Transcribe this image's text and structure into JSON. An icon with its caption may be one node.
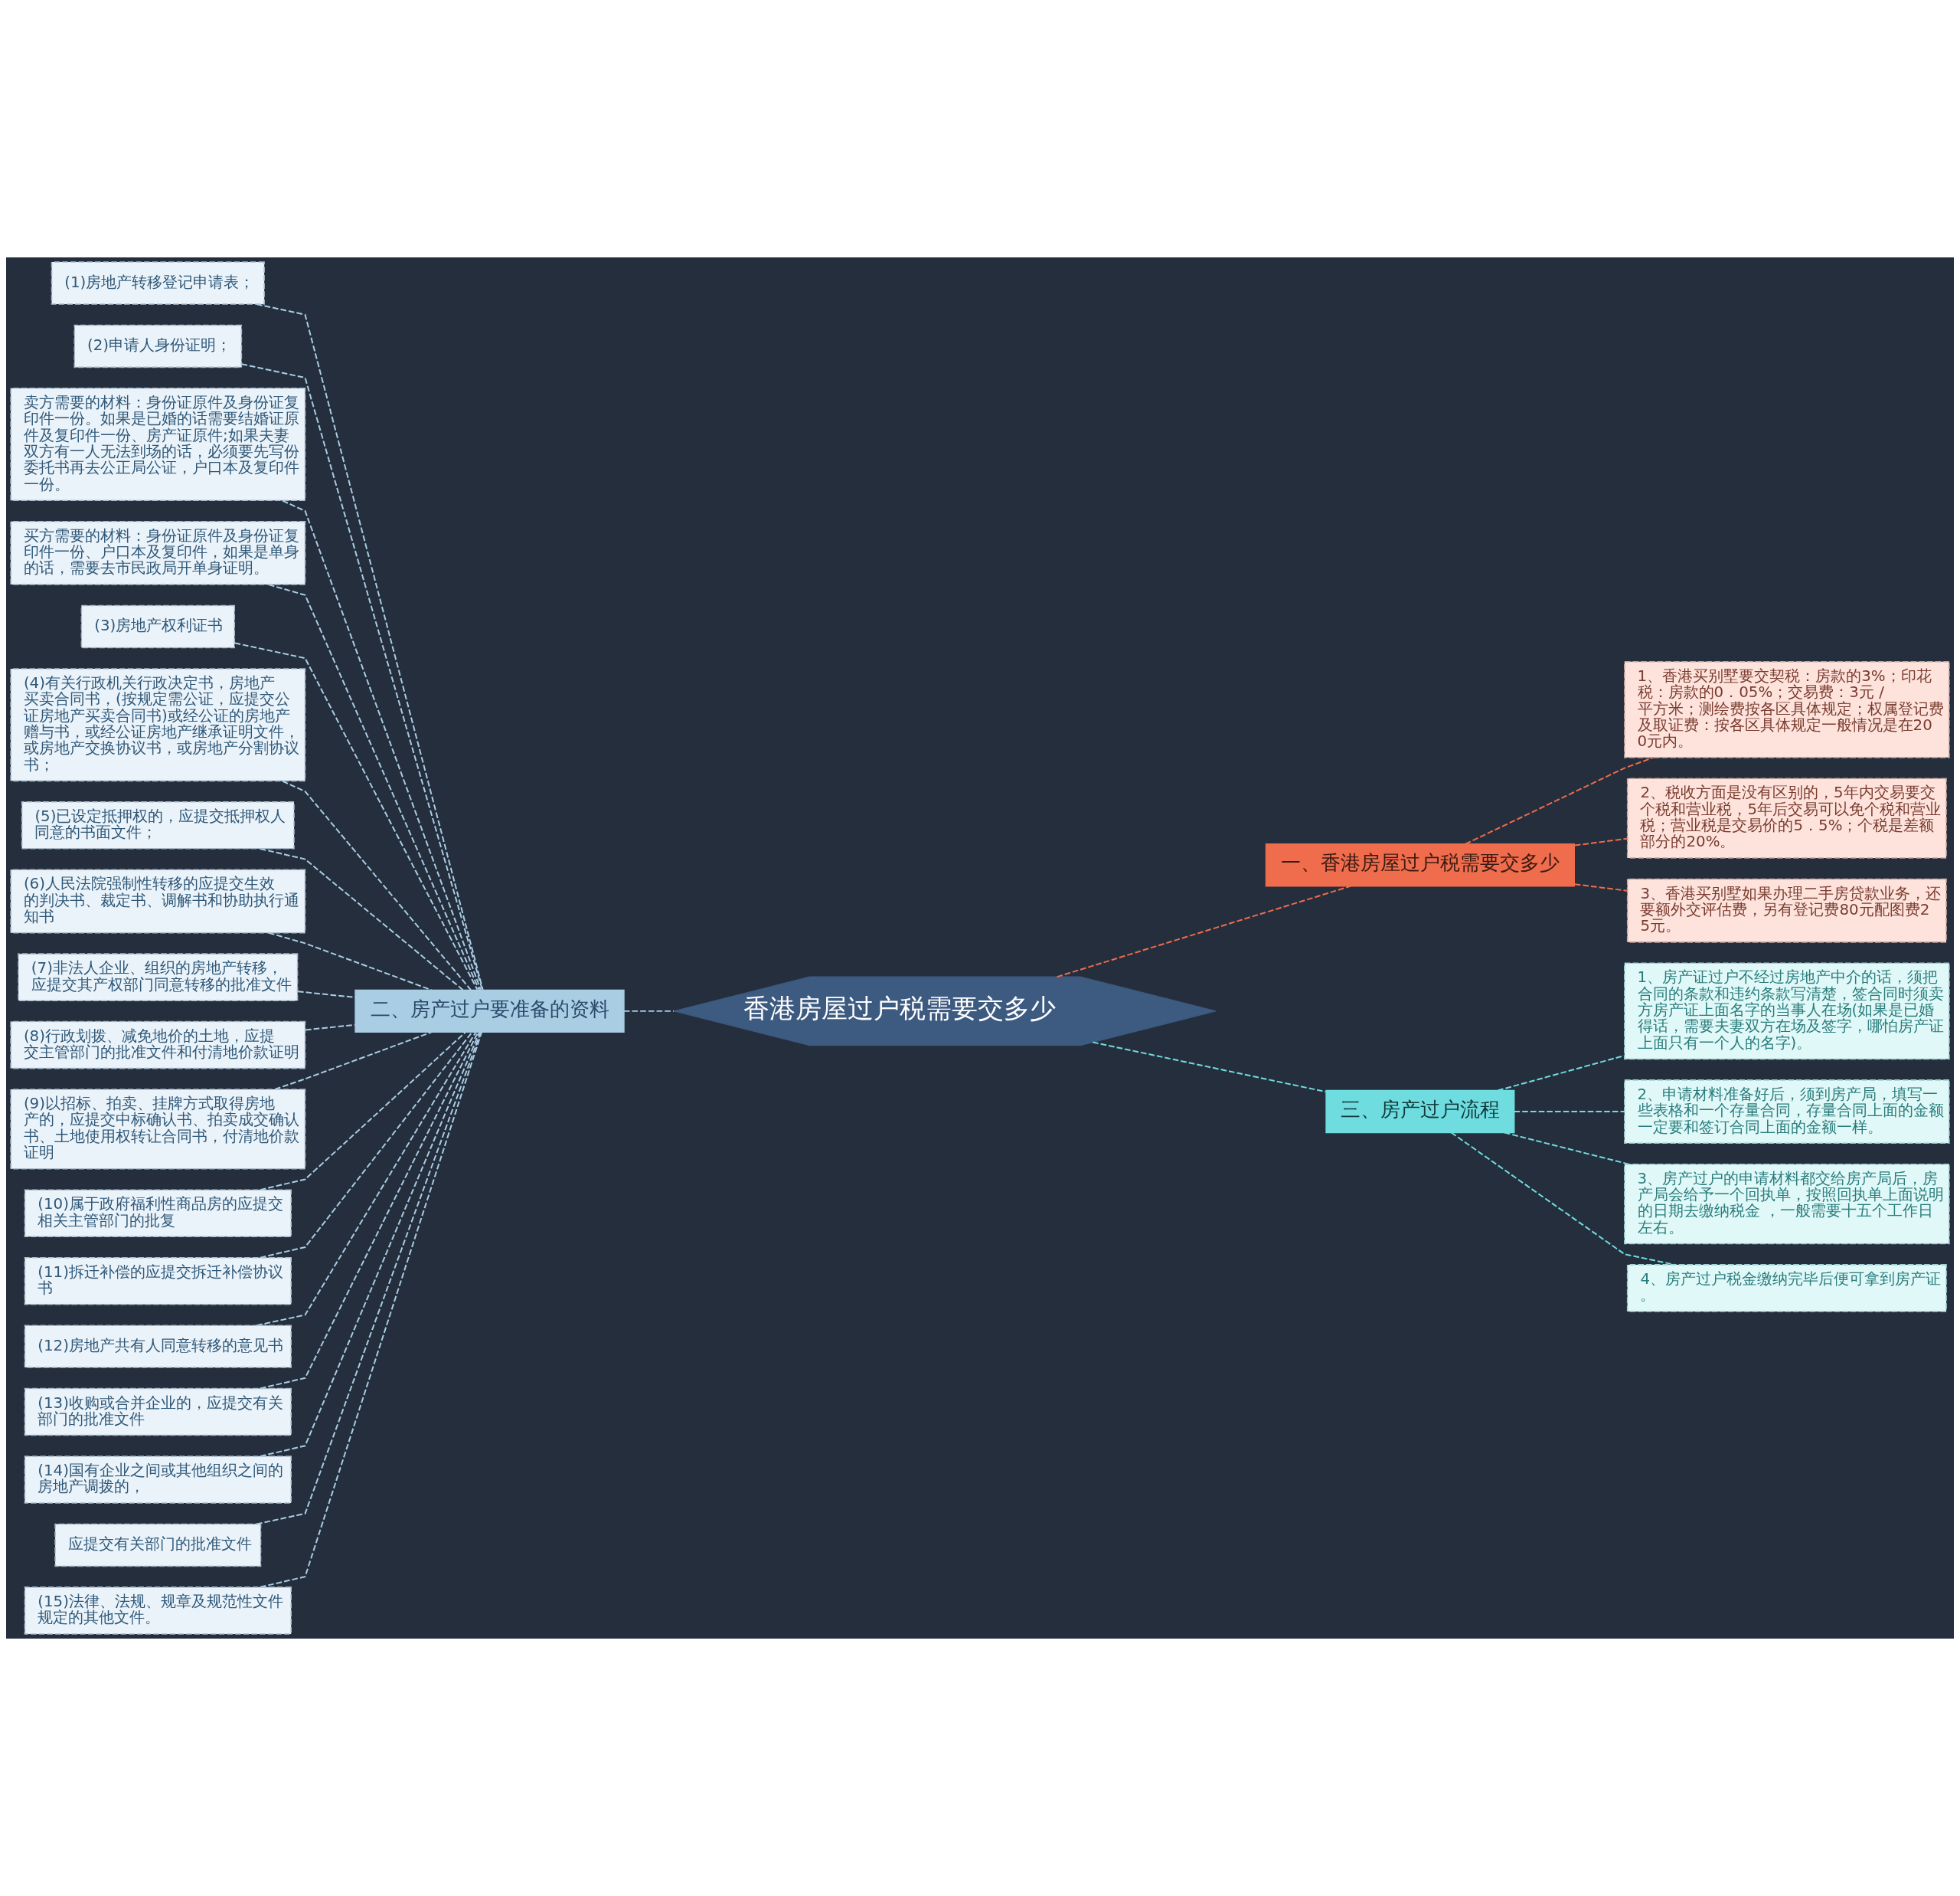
{
  "diagram": {
    "nodes": [
      {
        "text": [
          "香港房屋过户税需要交多少"
        ]
      },
      {
        "text": [
          "一、香港房屋过户税需要交多少"
        ]
      },
      {
        "text": [
          "1、香港买别墅要交契税：房款的3%；印花税：房款的0．05%；交易费：3元 / 平方米；测绘费按各区具体规定；权属登记费及取证费：按各区具体规定一般情况是在200元内。"
        ]
      },
      {
        "text": [
          "2、税收方面是没有区别的，5年内交易要交个税和营业税，5年后交易可以免个税和营业税；营业税是交易价的5．5%；个税是差额部分的20%。"
        ]
      },
      {
        "text": [
          "3、香港买别墅如果办理二手房贷款业务，还要额外交评估费，另有登记费80元配图费25元。"
        ]
      },
      {
        "text": [
          "三、房产过户流程"
        ]
      },
      {
        "text": [
          "1、房产证过户不经过房地产中介的话，须把合同的条款和违约条款写清楚，签合同时须卖方房产证上面名字的当事人在场(如果是已婚得话，需要夫妻双方在场及签字，哪怕房产证上面只有一个人的名字)。"
        ]
      },
      {
        "text": [
          "2、申请材料准备好后，须到房产局，填写一些表格和一个存量合同，存量合同上面的金额一定要和签订合同上面的金额一样。"
        ]
      },
      {
        "text": [
          "3、房产过户的申请材料都交给房产局后，房产局会给予一个回执单，按照回执单上面说明的日期去缴纳税金 ，一般需要十五个工作日左右。"
        ]
      },
      {
        "text": [
          "4、房产过户税金缴纳完毕后便可拿到房产证。"
        ]
      },
      {
        "text": [
          "二、房产过户要准备的资料"
        ]
      },
      {
        "text": [
          "(1)房地产转移登记申请表；"
        ]
      },
      {
        "text": [
          "(2)申请人身份证明；"
        ]
      },
      {
        "text": [
          "卖方需要的材料：身份证原件及身份证复印件一份。如果是已婚的话需要结婚证原件及复印件一份、房产证原件;如果夫妻双方有一人无法到场的话，必须要先写份委托书再去公正局公证，户口本及复印件一份。"
        ]
      },
      {
        "text": [
          "买方需要的材料：身份证原件及身份证复印件一份、户口本及复印件，如果是单身的话，需要去市民政局开单身证明。"
        ]
      },
      {
        "text": [
          "(3)房地产权利证书"
        ]
      },
      {
        "text": [
          "(4)有关行政机关行政决定书，房地产买卖合同书，(按规定需公证，应提交公证房地产买卖合同书)或经公证的房地产赠与书，或经公证房地产继承证明文件，或房地产交换协议书，或房地产分割协议书；"
        ]
      },
      {
        "text": [
          "(5)已设定抵押权的，应提交抵押权人同意的书面文件；"
        ]
      },
      {
        "text": [
          "(6)人民法院强制性转移的应提交生效的判决书、裁定书、调解书和协助执行通知书"
        ]
      },
      {
        "text": [
          "(7)非法人企业、组织的房地产转移，应提交其产权部门同意转移的批准文件"
        ]
      },
      {
        "text": [
          "(8)行政划拨、减免地价的土地，应提交主管部门的批准文件和付清地价款证明"
        ]
      },
      {
        "text": [
          "(9)以招标、拍卖、挂牌方式取得房地产的，应提交中标确认书、拍卖成交确认书、土地使用权转让合同书，付清地价款证明"
        ]
      },
      {
        "text": [
          "(10)属于政府福利性商品房的应提交相关主管部门的批复"
        ]
      },
      {
        "text": [
          "(11)拆迁补偿的应提交拆迁补偿协议书"
        ]
      },
      {
        "text": [
          "(12)房地产共有人同意转移的意见书"
        ]
      },
      {
        "text": [
          "(13)收购或合并企业的，应提交有关部门的批准文件"
        ]
      },
      {
        "text": [
          "(14)国有企业之间或其他组织之间的房地产调拨的，"
        ]
      },
      {
        "text": [
          "应提交有关部门的批准文件"
        ]
      },
      {
        "text": [
          "(15)法律、法规、规章及规范性文件规定的其他文件。"
        ]
      }
    ],
    "edges": [
      {
        "from": 11,
        "to": 10,
        "arrow": "none",
        "style": "dashed"
      },
      {
        "from": 12,
        "to": 10,
        "arrow": "none",
        "style": "dashed"
      },
      {
        "from": 13,
        "to": 10,
        "arrow": "none",
        "style": "dashed"
      },
      {
        "from": 14,
        "to": 10,
        "arrow": "none",
        "style": "dashed"
      },
      {
        "from": 15,
        "to": 10,
        "arrow": "none",
        "style": "dashed"
      },
      {
        "from": 16,
        "to": 10,
        "arrow": "none",
        "style": "dashed"
      },
      {
        "from": 17,
        "to": 10,
        "arrow": "none",
        "style": "dashed"
      },
      {
        "from": 18,
        "to": 10,
        "arrow": "none",
        "style": "dashed"
      },
      {
        "from": 19,
        "to": 10,
        "arrow": "none",
        "style": "dashed"
      },
      {
        "from": 20,
        "to": 10,
        "arrow": "none",
        "style": "dashed"
      },
      {
        "from": 21,
        "to": 10,
        "arrow": "none",
        "style": "dashed"
      },
      {
        "from": 22,
        "to": 10,
        "arrow": "none",
        "style": "dashed"
      },
      {
        "from": 23,
        "to": 10,
        "arrow": "none",
        "style": "dashed"
      },
      {
        "from": 24,
        "to": 10,
        "arrow": "none",
        "style": "dashed"
      },
      {
        "from": 25,
        "to": 10,
        "arrow": "none",
        "style": "dashed"
      },
      {
        "from": 26,
        "to": 10,
        "arrow": "none",
        "style": "dashed"
      },
      {
        "from": 27,
        "to": 10,
        "arrow": "none",
        "style": "dashed"
      },
      {
        "from": 28,
        "to": 10,
        "arrow": "none",
        "style": "dashed"
      },
      {
        "from": 10,
        "to": 0,
        "arrow": "none",
        "style": "dashed"
      },
      {
        "from": 0,
        "to": 1,
        "arrow": "none",
        "style": "dashed",
        "color": "#ef6c4c"
      },
      {
        "from": 1,
        "to": 2,
        "arrow": "none",
        "style": "dashed",
        "color": "#ef6c4c"
      },
      {
        "from": 1,
        "to": 3,
        "arrow": "none",
        "style": "dashed",
        "color": "#ef6c4c"
      },
      {
        "from": 1,
        "to": 4,
        "arrow": "none",
        "style": "dashed",
        "color": "#ef6c4c"
      },
      {
        "from": 0,
        "to": 5,
        "arrow": "none",
        "style": "dashed",
        "color": "#6fdde0"
      },
      {
        "from": 5,
        "to": 6,
        "arrow": "none",
        "style": "dashed",
        "color": "#6fdde0"
      },
      {
        "from": 5,
        "to": 7,
        "arrow": "none",
        "style": "dashed",
        "color": "#6fdde0"
      },
      {
        "from": 5,
        "to": 8,
        "arrow": "none",
        "style": "dashed",
        "color": "#6fdde0"
      },
      {
        "from": 5,
        "to": 9,
        "arrow": "none",
        "style": "dashed",
        "color": "#6fdde0"
      }
    ]
  }
}
